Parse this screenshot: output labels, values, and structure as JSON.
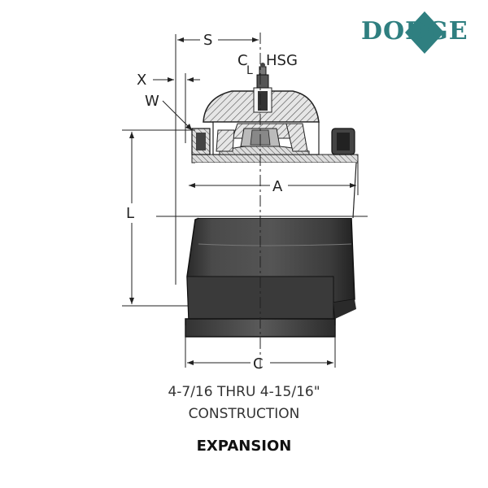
{
  "brand": {
    "logo_text": "DODGE",
    "logo_color": "#2f7f80"
  },
  "dimensions": {
    "s": "S",
    "x": "X",
    "w": "W",
    "cl": "C",
    "cl_sub": "L",
    "hsg": "HSG",
    "a": "A",
    "l": "L",
    "c": "C"
  },
  "caption": {
    "line1": "4-7/16 THRU 4-15/16\"",
    "line2": "CONSTRUCTION",
    "type": "EXPANSION"
  }
}
